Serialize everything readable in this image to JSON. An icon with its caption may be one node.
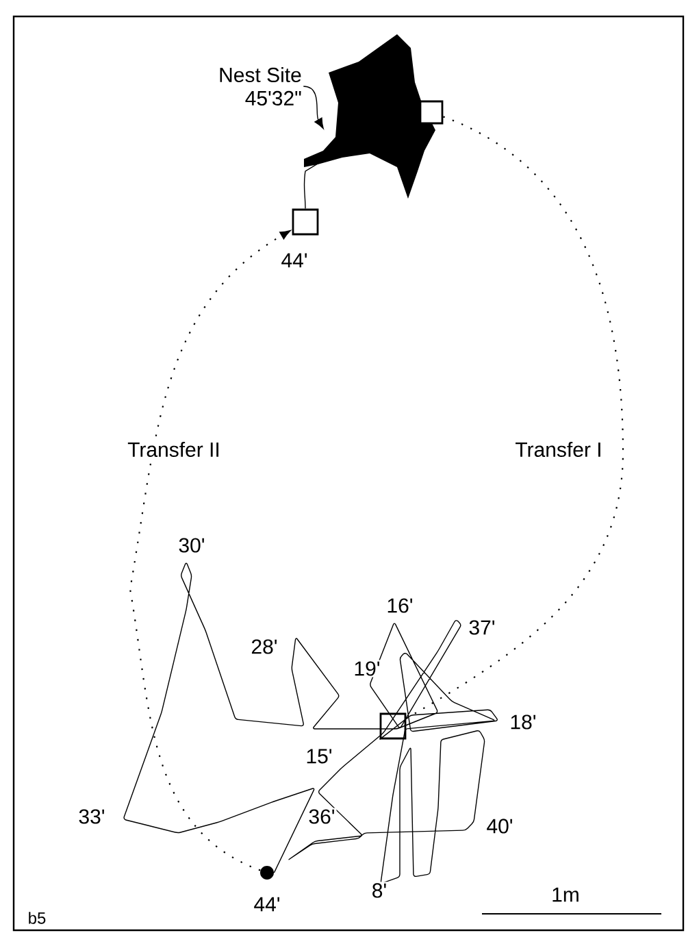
{
  "diagram": {
    "nodes": [
      {
        "text": [],
        "shape": "blob"
      },
      {
        "text": [
          "Nest Site",
          "45'32\""
        ]
      },
      {
        "text": [],
        "shape": "box",
        "in": 0
      },
      {
        "text": [],
        "shape": "box",
        "beside": [
          "44'"
        ]
      },
      {
        "text": [],
        "shape": "box"
      },
      {
        "text": [],
        "shape": "circle",
        "beside": [
          "44'"
        ]
      }
    ],
    "edges": [
      {
        "from": 1,
        "to": 0,
        "arrow": "to"
      },
      {
        "from": 3,
        "to": 0,
        "arrow": "none"
      },
      {
        "from": 5,
        "to": 3,
        "arrow": "to",
        "style": "dashed",
        "label": "Transfer II"
      },
      {
        "from": 4,
        "to": 2,
        "arrow": "none",
        "style": "dashed",
        "label": "Transfer I"
      },
      {
        "from": 4,
        "to": 5,
        "arrow": "none"
      }
    ],
    "labels": [
      "30'",
      "16'",
      "37'",
      "28'",
      "19'",
      "18'",
      "15'",
      "33'",
      "36'",
      "40'",
      "8'",
      "1m",
      "b5"
    ]
  }
}
